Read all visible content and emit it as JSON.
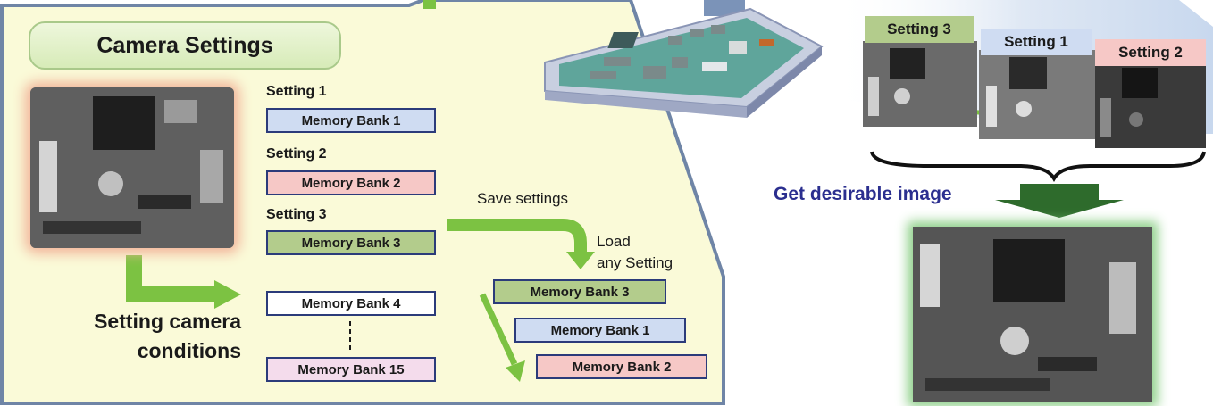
{
  "panel": {
    "title": "Camera Settings",
    "setting_labels": [
      "Setting 1",
      "Setting 2",
      "Setting 3"
    ],
    "memory_banks": [
      "Memory Bank 1",
      "Memory Bank 2",
      "Memory Bank 3",
      "Memory Bank 4",
      "Memory Bank 15"
    ],
    "condition_label_line1": "Setting camera",
    "condition_label_line2": "conditions",
    "save_label": "Save settings",
    "load_label_line1": "Load",
    "load_label_line2": "any Setting",
    "loaded_banks": [
      "Memory Bank 3",
      "Memory Bank 1",
      "Memory Bank 2"
    ]
  },
  "result": {
    "tags": [
      "Setting 3",
      "Setting 1",
      "Setting 2"
    ],
    "caption": "Get desirable image"
  },
  "colors": {
    "panel_bg": "#fafad8",
    "panel_border": "#6f85a6",
    "arrow_green": "#7cc242",
    "dark_green_arrow": "#2e6b2c",
    "bank_blue": "#cfdcf2",
    "bank_red": "#f6c8c6",
    "bank_green": "#b3cc8c",
    "bank_pink": "#f4dcec",
    "caption_blue": "#2b2f8f"
  }
}
